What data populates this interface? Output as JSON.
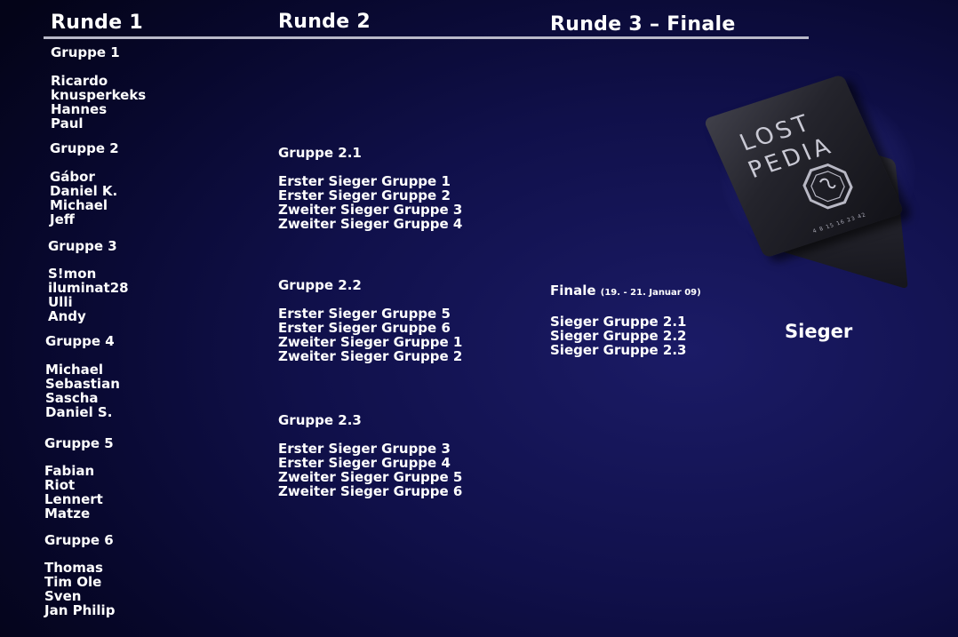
{
  "rounds": {
    "r1": "Runde 1",
    "r2": "Runde 2",
    "r3": "Runde 3 – Finale"
  },
  "round1": [
    {
      "name": "Gruppe 1",
      "members": [
        "Ricardo",
        "knusperkeks",
        "Hannes",
        "Paul"
      ]
    },
    {
      "name": "Gruppe 2",
      "members": [
        "Gábor",
        "Daniel K.",
        "Michael",
        "Jeff"
      ]
    },
    {
      "name": "Gruppe 3",
      "members": [
        "S!mon",
        "iluminat28",
        "Ulli",
        "Andy"
      ]
    },
    {
      "name": "Gruppe 4",
      "members": [
        "Michael",
        "Sebastian",
        "Sascha",
        "Daniel S."
      ]
    },
    {
      "name": "Gruppe 5",
      "members": [
        "Fabian",
        "Riot",
        "Lennert",
        "Matze"
      ]
    },
    {
      "name": "Gruppe 6",
      "members": [
        "Thomas",
        "Tim Ole",
        "Sven",
        "Jan Philip"
      ]
    }
  ],
  "round2": [
    {
      "name": "Gruppe 2.1",
      "members": [
        "Erster Sieger Gruppe 1",
        "Erster Sieger Gruppe 2",
        "Zweiter Sieger Gruppe 3",
        "Zweiter Sieger Gruppe 4"
      ]
    },
    {
      "name": "Gruppe 2.2",
      "members": [
        "Erster Sieger Gruppe 5",
        "Erster Sieger Gruppe 6",
        "Zweiter Sieger Gruppe 1",
        "Zweiter Sieger Gruppe 2"
      ]
    },
    {
      "name": "Gruppe 2.3",
      "members": [
        "Erster Sieger Gruppe 3",
        "Erster Sieger Gruppe 4",
        "Zweiter Sieger Gruppe 5",
        "Zweiter Sieger Gruppe 6"
      ]
    }
  ],
  "finale": {
    "name": "Finale",
    "date": "(19. - 21.  Januar 09)",
    "members": [
      "Sieger Gruppe 2.1",
      "Sieger Gruppe 2.2",
      "Sieger Gruppe 2.3"
    ]
  },
  "winner_label": "Sieger",
  "book": {
    "logo_line1": "LOST",
    "logo_line2": "PEDIA",
    "spine_text": "4 8 15 16 23 42",
    "icon": "dharma-octagon-icon"
  }
}
